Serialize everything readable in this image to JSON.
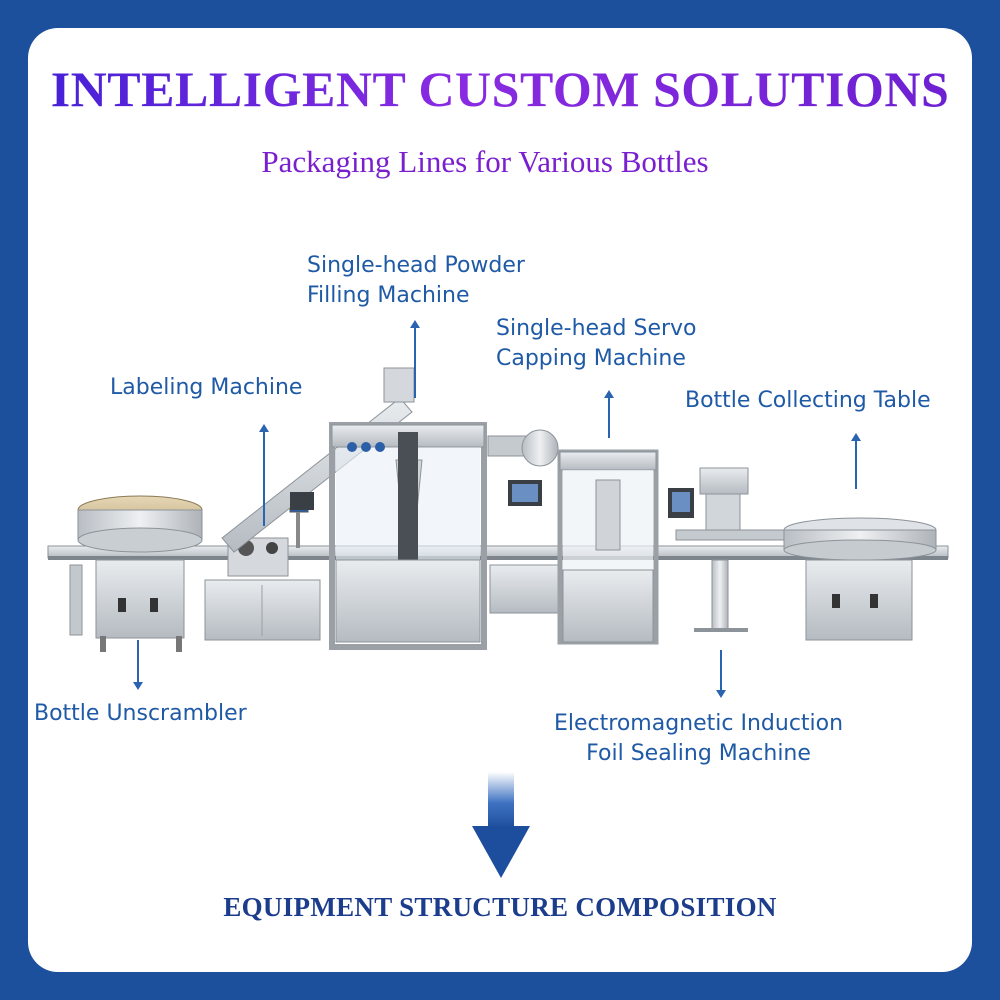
{
  "header": {
    "title": "INTELLIGENT CUSTOM SOLUTIONS",
    "subtitle": "Packaging Lines for Various Bottles"
  },
  "labels": {
    "powder_filling": [
      "Single-head Powder",
      "Filling Machine"
    ],
    "servo_capping": [
      "Single-head Servo",
      "Capping Machine"
    ],
    "labeling": "Labeling Machine",
    "collecting_table": "Bottle Collecting Table",
    "unscrambler": "Bottle Unscrambler",
    "foil_sealing": [
      "Electromagnetic Induction",
      "Foil Sealing Machine"
    ]
  },
  "footer": {
    "caption": "EQUIPMENT STRUCTURE COMPOSITION"
  },
  "colors": {
    "frame": "#1c4f9c",
    "label_text": "#1f5aa6",
    "title_gradient": [
      "#3f1fd6",
      "#8a2be2"
    ],
    "footer_text": "#1c3c8c"
  }
}
